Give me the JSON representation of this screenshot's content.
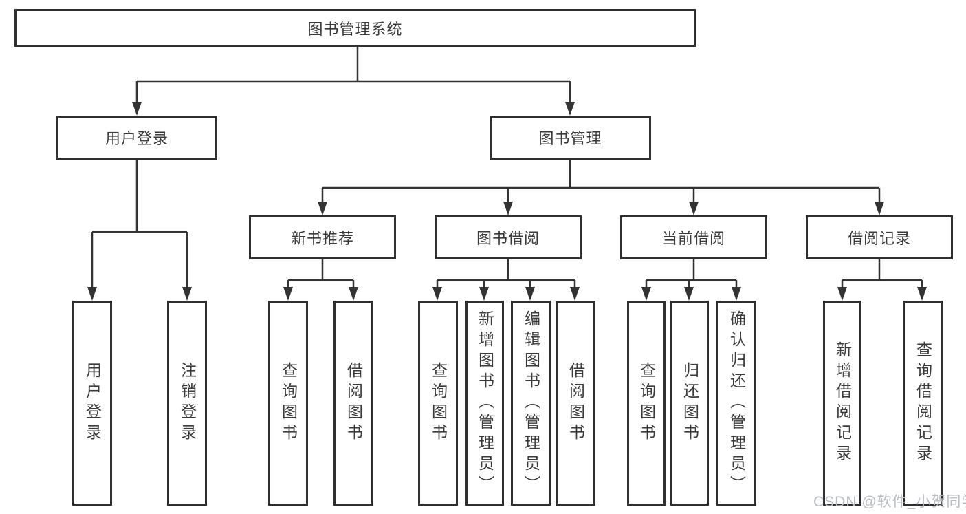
{
  "diagram": {
    "root": {
      "label": "图书管理系统"
    },
    "level2": {
      "user_login": {
        "label": "用户登录"
      },
      "book_mgmt": {
        "label": "图书管理"
      }
    },
    "level3": {
      "new_book_rec": {
        "label": "新书推荐"
      },
      "book_borrow": {
        "label": "图书借阅"
      },
      "current_borrow": {
        "label": "当前借阅"
      },
      "borrow_record": {
        "label": "借阅记录"
      }
    },
    "leaves": {
      "user_login": "用户登录",
      "logout": "注销登录",
      "query_book_rec": "查询图书",
      "borrow_book_rec": "借阅图书",
      "query_book_borrow": "查询图书",
      "add_book_admin": "新增图书（管理员）",
      "edit_book_admin": "编辑图书（管理员）",
      "borrow_book_borrow": "借阅图书",
      "query_book_current": "查询图书",
      "return_book": "归还图书",
      "confirm_return_admin": "确认归还（管理员）",
      "add_borrow_record": "新增借阅记录",
      "query_borrow_record": "查询借阅记录"
    },
    "colors": {
      "line": "#333333",
      "border": "#2f2f2f",
      "text": "#3b3b3b",
      "watermark": "#b9bdc3"
    }
  },
  "watermark": {
    "text": "CSDN @软件_小贺同学"
  }
}
